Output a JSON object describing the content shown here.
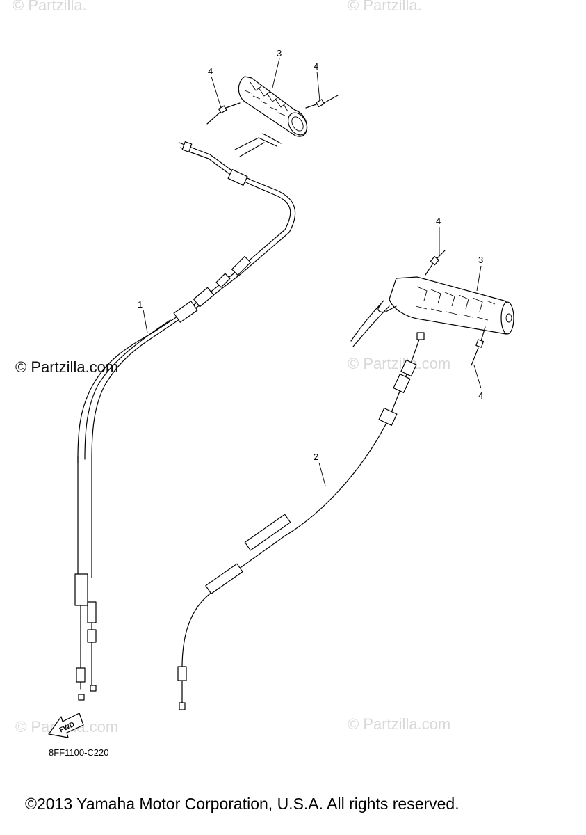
{
  "watermark": {
    "brand": "© Partzilla.com",
    "brand_short": "© Partzilla.",
    "brand_dark": "© Partzilla.com"
  },
  "callouts": {
    "cable_1": "1",
    "cable_2": "2",
    "grip_top": "3",
    "grip_right": "3",
    "screw_top_left": "4",
    "screw_top_right": "4",
    "screw_right_upper": "4",
    "screw_right_lower": "4"
  },
  "fwd_label": "FWD",
  "diagram_code": "8FF1100-C220",
  "copyright": "©2013 Yamaha Motor Corporation, U.S.A. All rights reserved."
}
